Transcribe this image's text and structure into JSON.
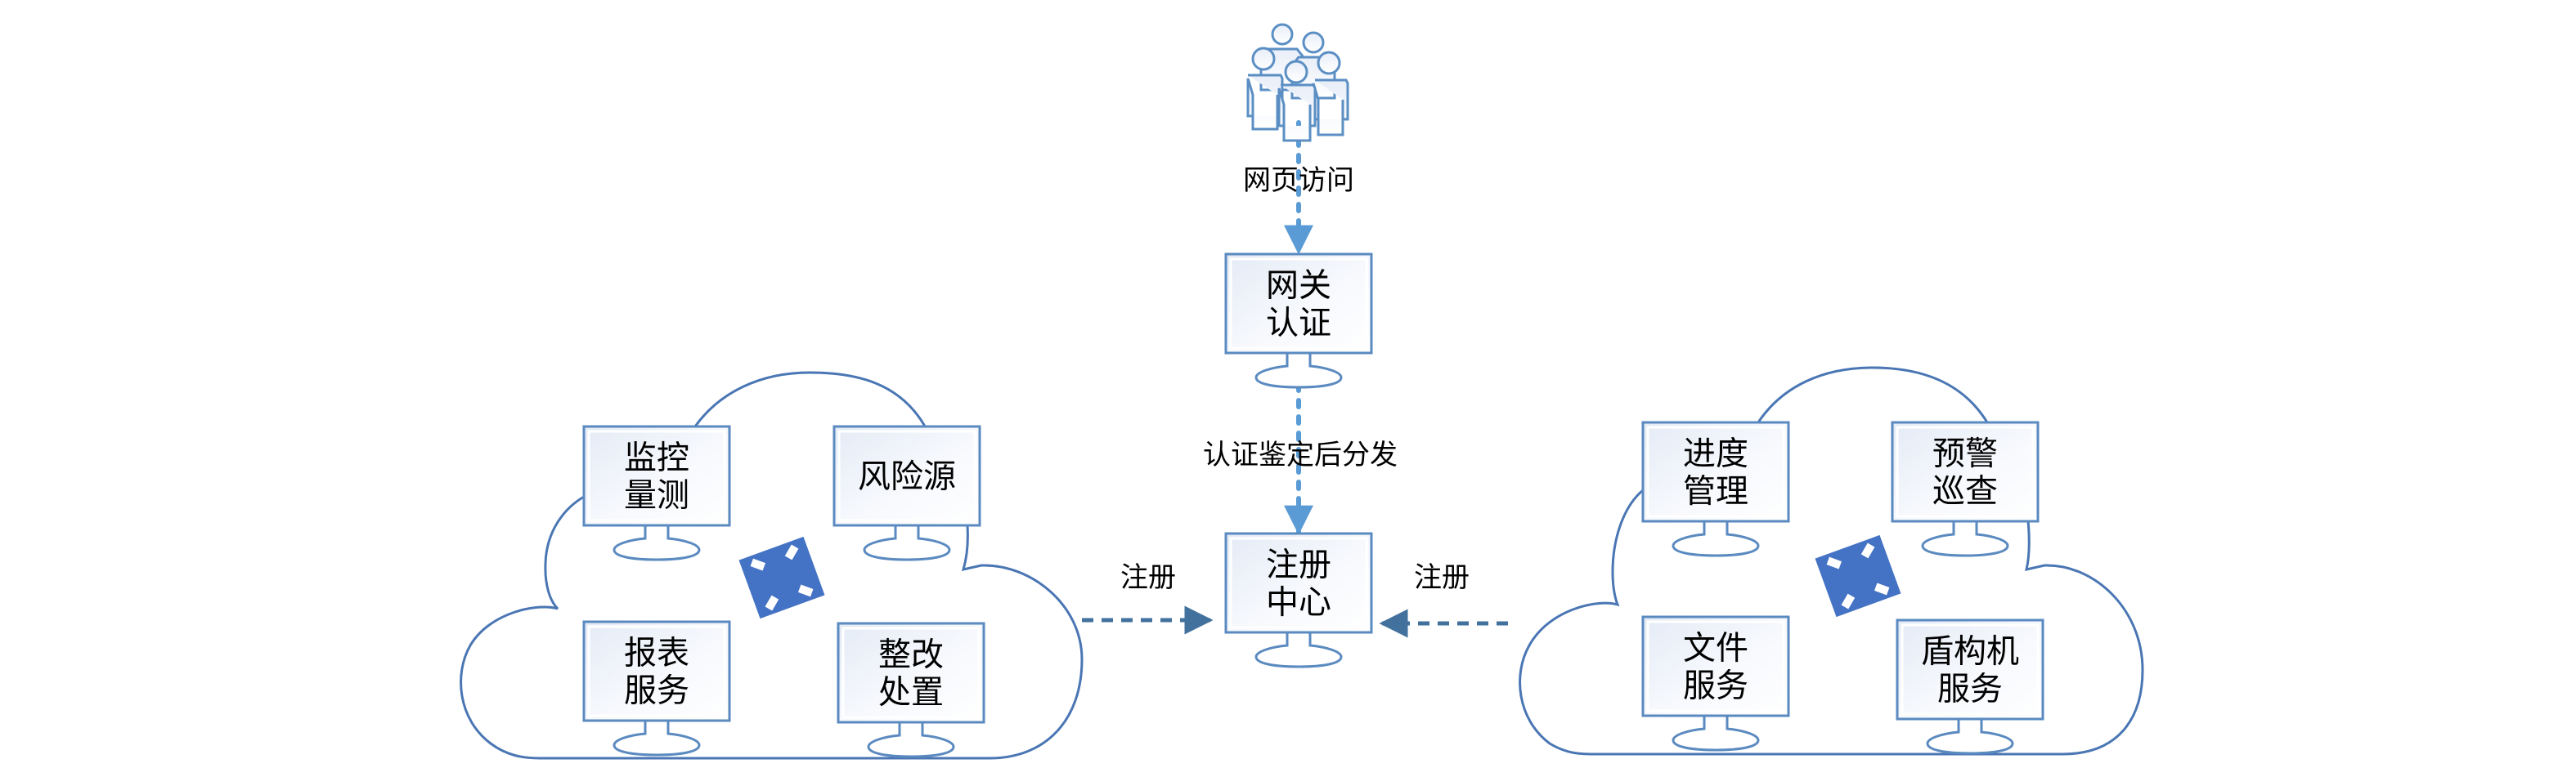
{
  "diagram": {
    "users": {
      "icon": "people-group-icon",
      "label": "网页访问"
    },
    "gateway": {
      "lines": [
        "网关",
        "认证"
      ]
    },
    "dispatch_label": "认证鉴定后分发",
    "registry": {
      "lines": [
        "注册",
        "中心"
      ]
    },
    "register_left_label": "注册",
    "register_right_label": "注册",
    "left_cloud": {
      "router_icon": "router-icon",
      "services": [
        {
          "lines": [
            "监控",
            "量测"
          ]
        },
        {
          "lines": [
            "风险源"
          ]
        },
        {
          "lines": [
            "报表",
            "服务"
          ]
        },
        {
          "lines": [
            "整改",
            "处置"
          ]
        }
      ]
    },
    "right_cloud": {
      "router_icon": "router-icon",
      "services": [
        {
          "lines": [
            "进度",
            "管理"
          ]
        },
        {
          "lines": [
            "预警",
            "巡查"
          ]
        },
        {
          "lines": [
            "文件",
            "服务"
          ]
        },
        {
          "lines": [
            "盾构机",
            "服务"
          ]
        }
      ]
    }
  },
  "colors": {
    "dotted_flow": "#5B9BD5",
    "register_arrow": "#41719C",
    "router": "#4472C4",
    "outline": "#4A76B4"
  }
}
